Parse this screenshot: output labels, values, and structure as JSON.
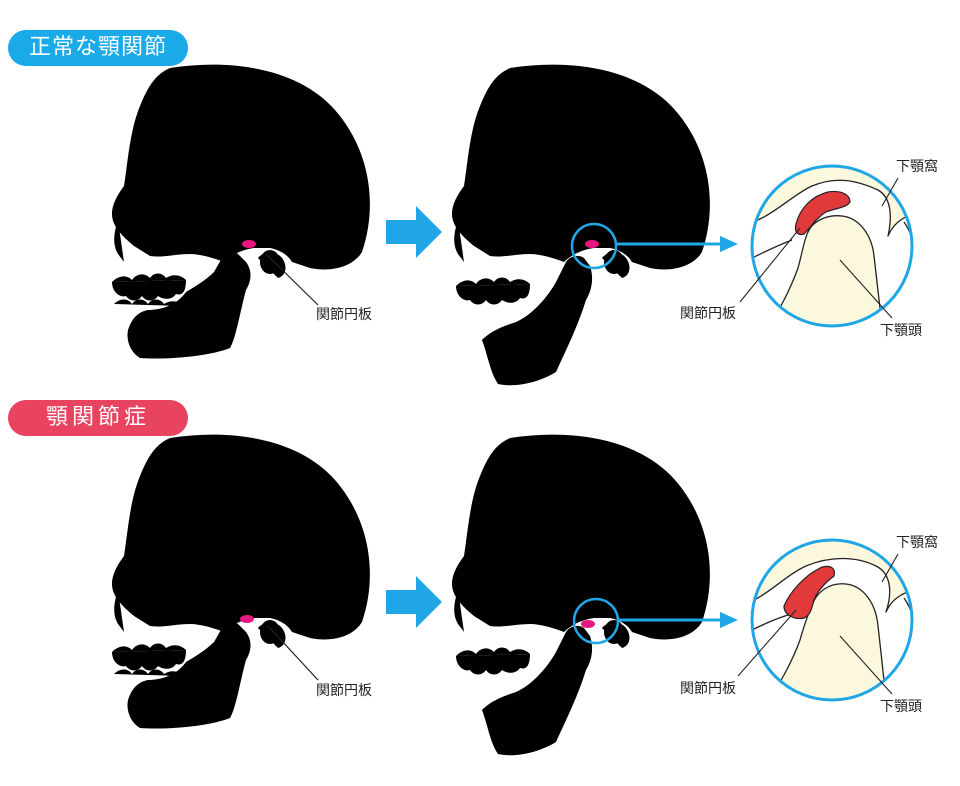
{
  "colors": {
    "normal_badge": "#1aaae8",
    "tmd_badge": "#e9445f",
    "arrow": "#20a6e6",
    "disc_small": "#e6187f",
    "disc_zoom": "#e23a3a",
    "bone_fill": "#fbf8de",
    "outline": "#222222"
  },
  "sections": [
    {
      "title": "正常な顎関節",
      "labels": {
        "disc_left": "関節円板",
        "disc_right": "関節円板",
        "fossa": "下顎窩",
        "condyle": "下顎頭"
      }
    },
    {
      "title": "顎関節症",
      "labels": {
        "disc_left": "関節円板",
        "disc_right": "関節円板",
        "fossa": "下顎窩",
        "condyle": "下顎頭"
      }
    }
  ]
}
